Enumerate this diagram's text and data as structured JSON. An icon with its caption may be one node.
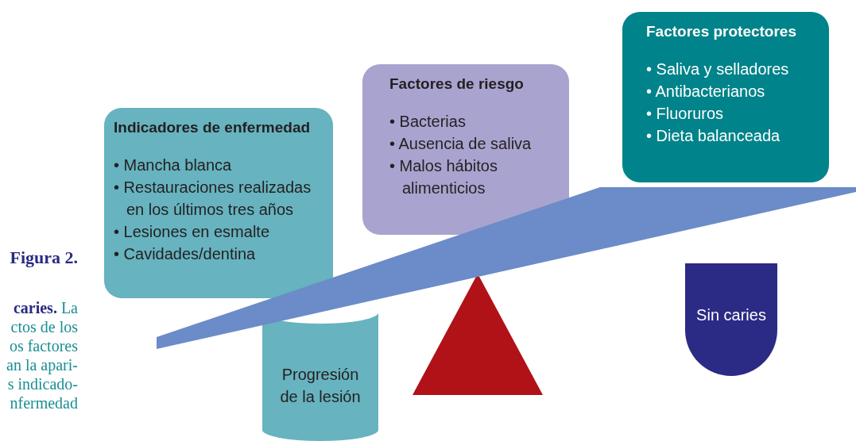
{
  "diagram": {
    "nodes": [
      {
        "text": [
          "Indicadores de enfermedad",
          "• Mancha blanca",
          "• Restauraciones realizadas en los últimos tres años",
          "• Lesiones en esmalte",
          "• Cavidades/dentina"
        ]
      },
      {
        "text": [
          "Factores de riesgo",
          "• Bacterias",
          "• Ausencia de saliva",
          "• Malos hábitos alimenticios"
        ]
      },
      {
        "text": [
          "Factores protectores",
          "• Saliva y selladores",
          "• Antibacterianos",
          "• Fluoruros",
          "• Dieta balanceada"
        ]
      },
      {
        "text": [
          "Progresión de la lesión"
        ]
      },
      {
        "text": [
          "Sin caries"
        ]
      }
    ],
    "labels": [
      "Figura 2.",
      "**caries.** La ctos de los os factores an la apari- s indicado- nfermedad"
    ]
  }
}
